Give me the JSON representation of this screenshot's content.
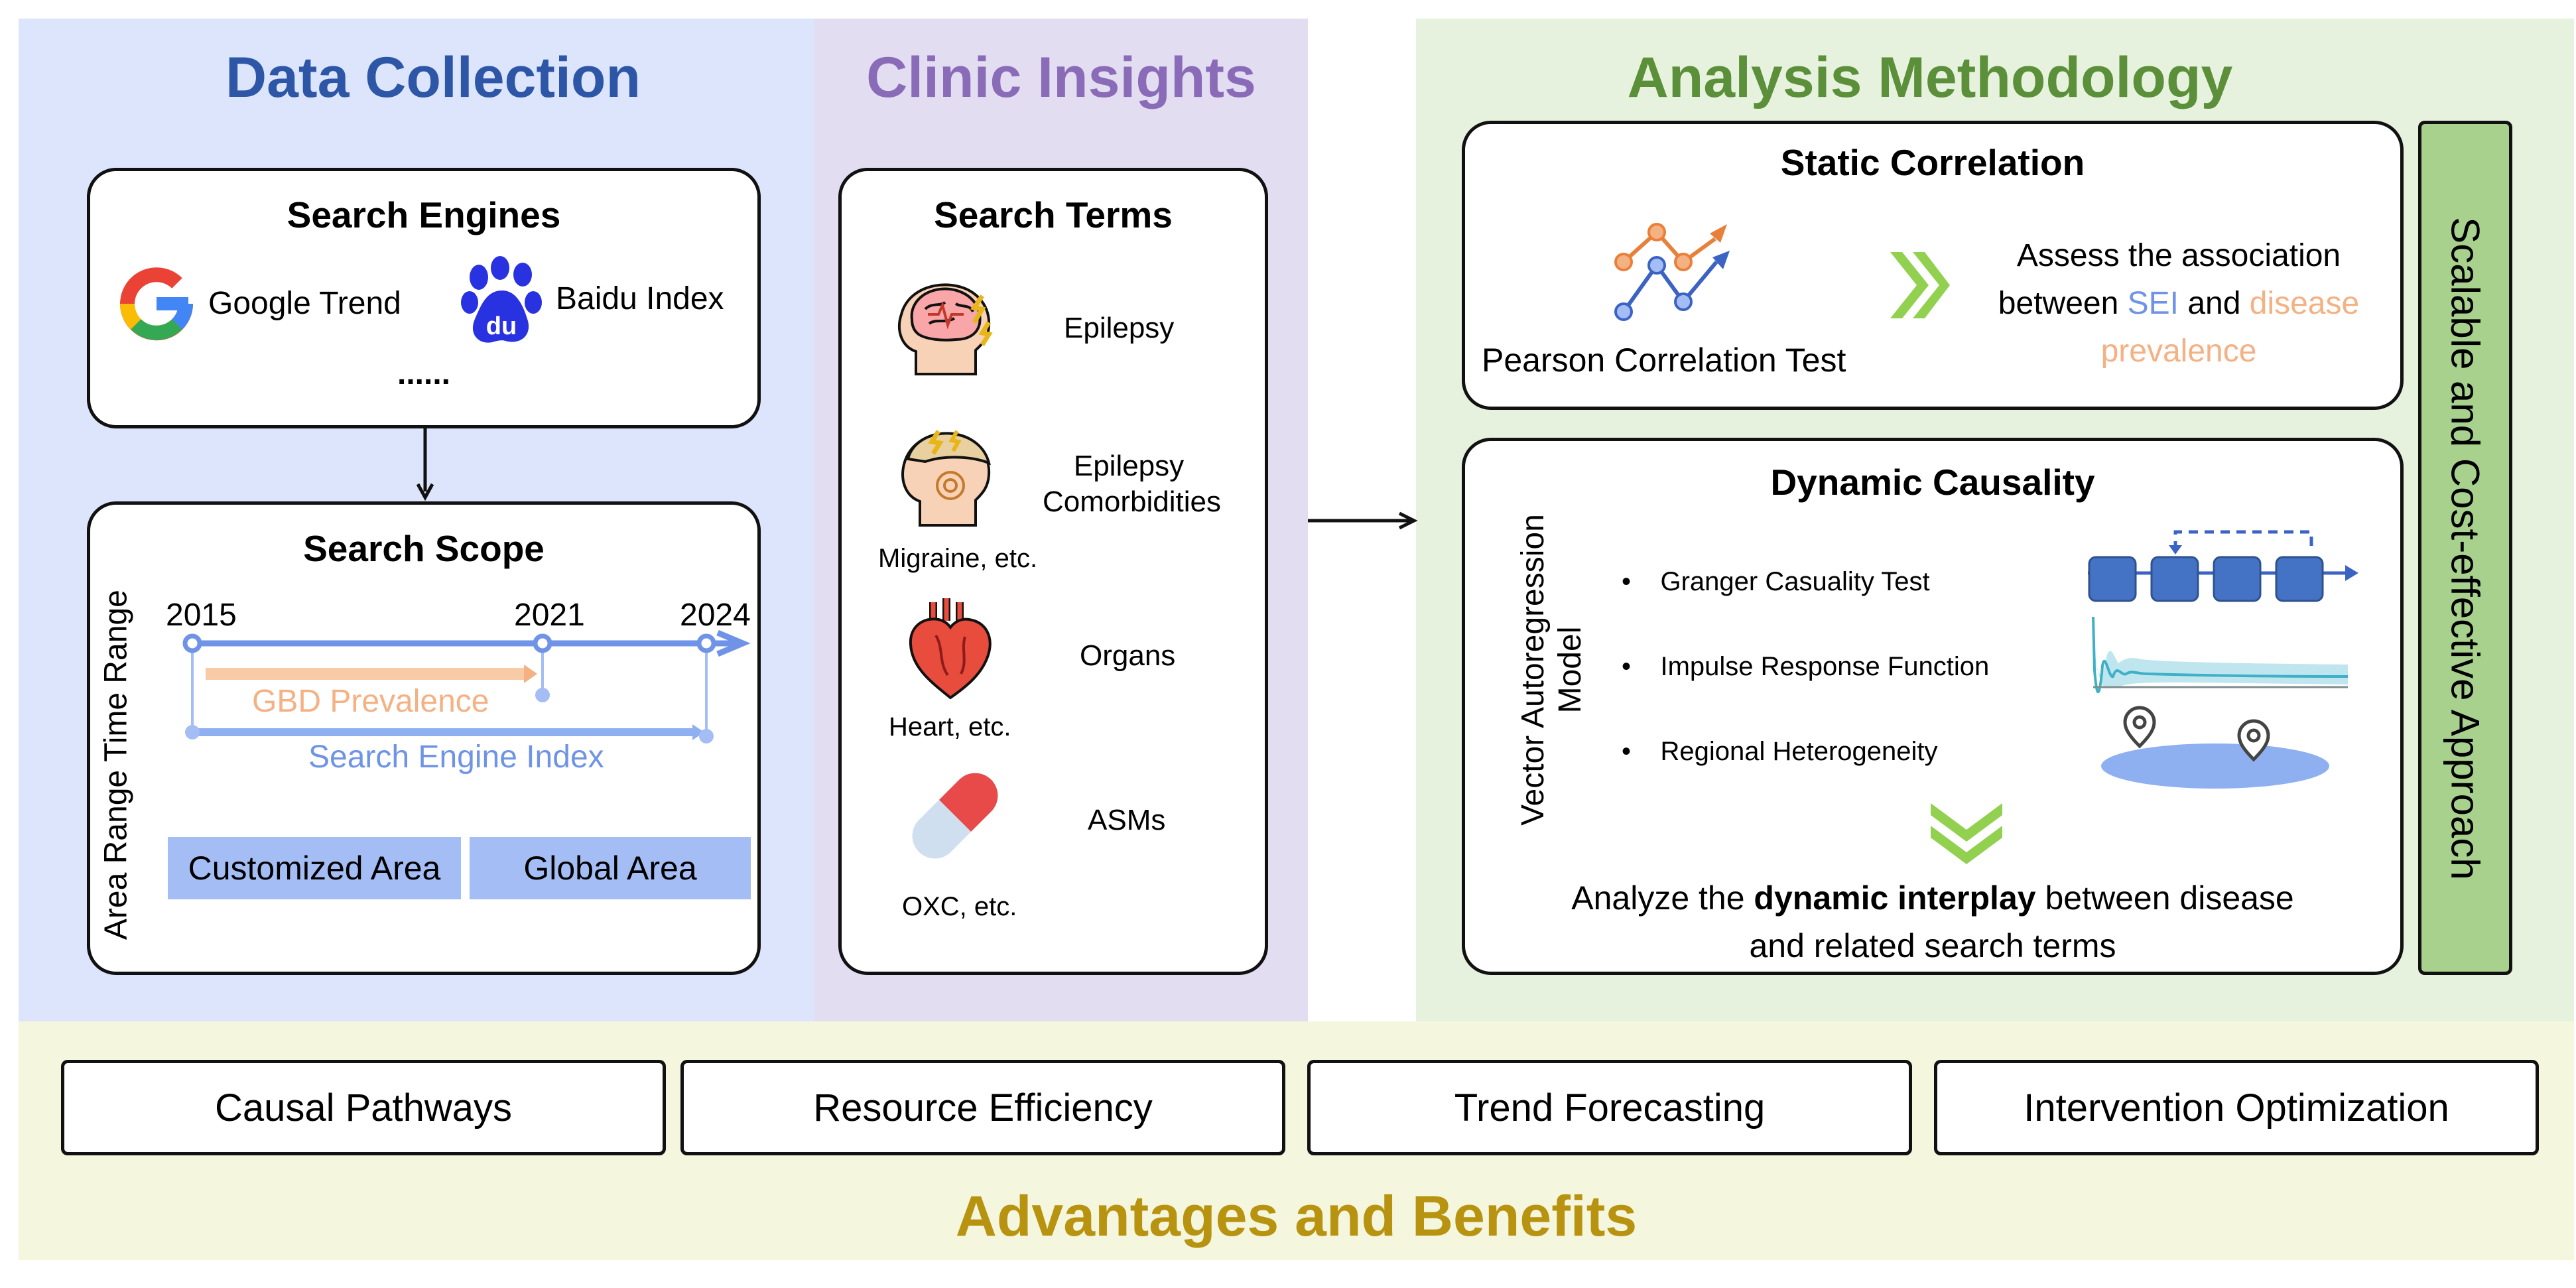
{
  "data_collection": {
    "title": "Data Collection",
    "search_engines": {
      "title": "Search Engines",
      "google": "Google Trend",
      "baidu": "Baidu Index",
      "more": "......"
    },
    "search_scope": {
      "title": "Search Scope",
      "time_range_label": "Time Range",
      "area_range_label": "Area Range",
      "years": [
        "2015",
        "2021",
        "2024"
      ],
      "gbd_prevalence": "GBD Prevalence",
      "search_engine_index": "Search Engine Index",
      "customized_area": "Customized Area",
      "global_area": "Global Area"
    }
  },
  "clinic_insights": {
    "title": "Clinic Insights",
    "search_terms": {
      "title": "Search Terms",
      "epilepsy": "Epilepsy",
      "comorbidities": "Epilepsy Comorbidities",
      "migraine_caption": "Migraine, etc.",
      "organs": "Organs",
      "heart_caption": "Heart, etc.",
      "asms": "ASMs",
      "oxc_caption": "OXC, etc."
    }
  },
  "analysis_methodology": {
    "title": "Analysis Methodology",
    "static_correlation": {
      "title": "Static Correlation",
      "pearson": "Pearson Correlation Test",
      "assess_line1": "Assess the association",
      "assess_between": "between ",
      "sei": "SEI",
      "and": " and ",
      "disease": "disease",
      "prevalence": "prevalence"
    },
    "dynamic_causality": {
      "title": "Dynamic Causality",
      "var_line1": "Vector Autoregression",
      "var_line2": "Model",
      "bullets": [
        "Granger Casuality Test",
        "Impulse Response Function",
        "Regional Heterogeneity"
      ],
      "analyze_pre": "Analyze the ",
      "analyze_bold": "dynamic interplay",
      "analyze_post": " between disease",
      "analyze_line2": "and related search terms"
    },
    "side_label": "Scalable and Cost-effective Approach"
  },
  "advantages": {
    "title": "Advantages and Benefits",
    "items": [
      "Causal Pathways",
      "Resource Efficiency",
      "Trend Forecasting",
      "Intervention Optimization"
    ]
  },
  "colors": {
    "data_collection_bg": "#dce5fb",
    "clinic_bg": "#e3ddf2",
    "analysis_bg": "#e6f2dd",
    "advantages_bg": "#f4f6de",
    "title_blue": "#2e56a6",
    "title_purple": "#8a6bb7",
    "title_green": "#5b8f39",
    "title_gold": "#b8930f",
    "sei_blue": "#6f93e6",
    "disease_orange": "#f4b183",
    "side_green": "#a9d18e"
  }
}
